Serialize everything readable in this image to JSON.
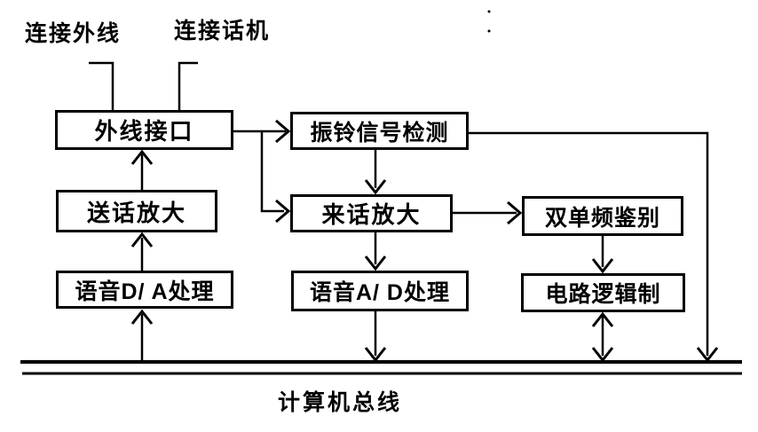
{
  "labels": {
    "connect_outside_line": "连接外线",
    "connect_phone": "连接话机",
    "computer_bus": "计算机总线"
  },
  "nodes": {
    "outside_line_interface": "外线接口",
    "ring_signal_detection": "振铃信号检测",
    "transmit_amplifier": "送话放大",
    "incoming_amplifier": "来话放大",
    "dual_single_tone_discrimination": "双单频鉴别",
    "voice_da_processing": "语音D/ A处理",
    "voice_ad_processing": "语音A/ D处理",
    "circuit_logic_control": "电路逻辑制"
  },
  "edges": [
    {
      "from": "connect_outside_line",
      "to": "outside_line_interface",
      "type": "line"
    },
    {
      "from": "connect_phone",
      "to": "outside_line_interface",
      "type": "line"
    },
    {
      "from": "outside_line_interface",
      "to": "ring_signal_detection",
      "type": "arrow"
    },
    {
      "from": "outside_line_interface",
      "to": "incoming_amplifier",
      "type": "arrow"
    },
    {
      "from": "ring_signal_detection",
      "to": "incoming_amplifier",
      "type": "arrow"
    },
    {
      "from": "ring_signal_detection",
      "to": "computer_bus",
      "type": "arrow"
    },
    {
      "from": "incoming_amplifier",
      "to": "dual_single_tone_discrimination",
      "type": "arrow"
    },
    {
      "from": "incoming_amplifier",
      "to": "voice_ad_processing",
      "type": "arrow"
    },
    {
      "from": "voice_ad_processing",
      "to": "computer_bus",
      "type": "arrow"
    },
    {
      "from": "dual_single_tone_discrimination",
      "to": "circuit_logic_control",
      "type": "arrow"
    },
    {
      "from": "circuit_logic_control",
      "to": "computer_bus",
      "type": "double-arrow"
    },
    {
      "from": "computer_bus",
      "to": "voice_da_processing",
      "type": "arrow"
    },
    {
      "from": "voice_da_processing",
      "to": "transmit_amplifier",
      "type": "arrow"
    },
    {
      "from": "transmit_amplifier",
      "to": "outside_line_interface",
      "type": "arrow"
    }
  ],
  "colors": {
    "ink": "#000000",
    "paper": "#ffffff"
  }
}
